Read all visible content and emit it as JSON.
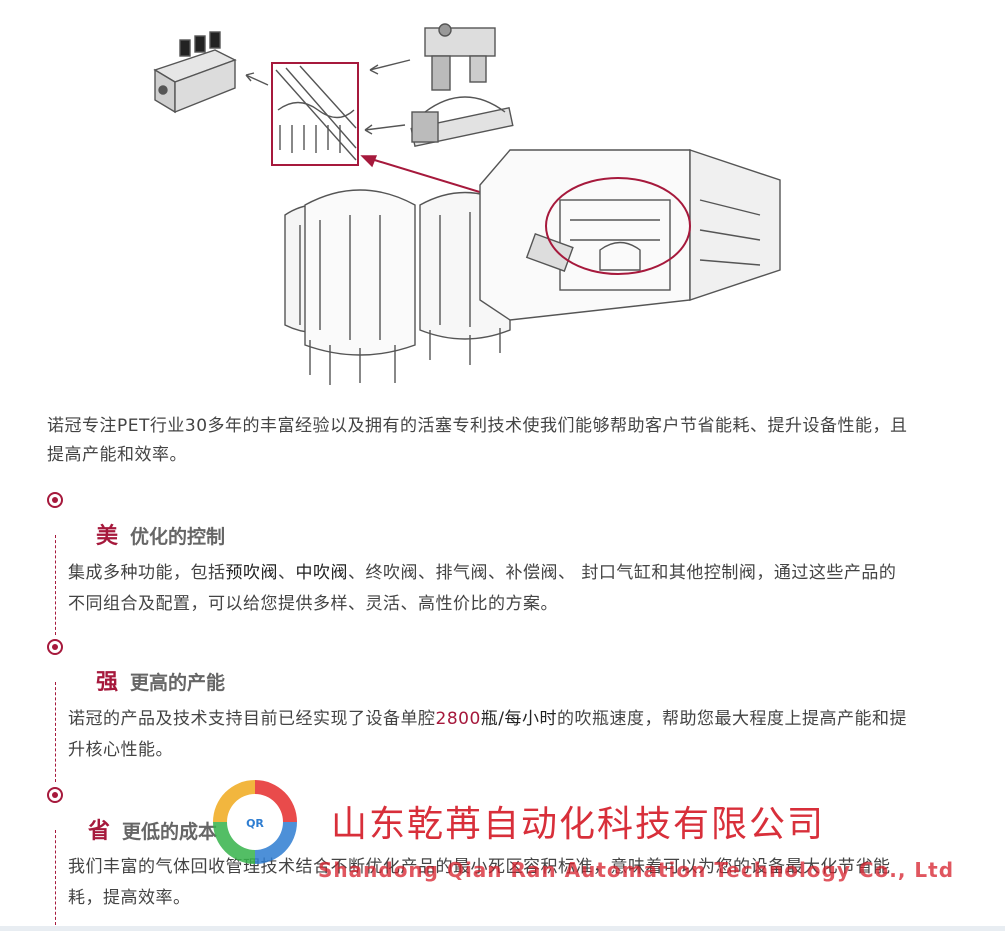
{
  "intro": "诺冠专注PET行业30多年的丰富经验以及拥有的活塞专利技术使我们能够帮助客户节省能耗、提升设备性能，且提高产能和效率。",
  "sections": [
    {
      "badge": "美",
      "title": "优化的控制",
      "body_parts": [
        "集成多种功能，包括",
        "预吹阀",
        "、",
        "中吹阀",
        "、终吹阀、排气阀、补偿阀、 封口气缸和其他控制阀，通过这些产品的不同组合及配置，可以给您提供多样、灵活、高性价比的方案。"
      ]
    },
    {
      "badge": "强",
      "title": "更高的产能",
      "body_parts": [
        "诺冠的产品及技术支持目前已经实现了设备单腔",
        "2800",
        "瓶/每小时",
        "的吹瓶速度，帮助您最大程度上提高产能和提升核心性能。"
      ]
    },
    {
      "badge": "省",
      "title": "更低的成本",
      "body": "我们丰富的气体回收管理技术结合不断优化产品的最小死区容积标准，意味着可以为您的设备最大化节省能耗，提高效率。"
    }
  ],
  "watermark": {
    "logo_text": "QR",
    "company_cn": "山东乾苒自动化科技有限公司",
    "company_en": "Shandong Qian Ran Automation Technology Co., Ltd"
  },
  "colors": {
    "accent": "#a6193c",
    "watermark": "#d51e2a"
  }
}
